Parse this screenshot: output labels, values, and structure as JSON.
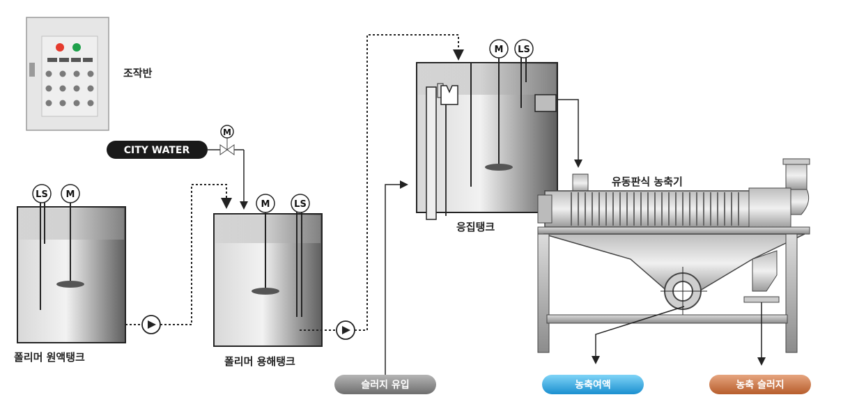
{
  "labels": {
    "control_panel": "조작반",
    "city_water": "CITY WATER",
    "tank1": "폴리머 원액탱크",
    "tank2": "폴리머 용해탱크",
    "tank3": "응집탱크",
    "thickener": "유동판식 농축기"
  },
  "instruments": {
    "level_switch": "LS",
    "motor": "M"
  },
  "pills": {
    "sludge_in": "슬러지 유입",
    "filtrate": "농축여액",
    "thick_sludge": "농축 슬러지"
  },
  "colors": {
    "sludge_in": "#8a8a8a",
    "filtrate": "#2aa7e0",
    "thick_sludge": "#c9733f"
  }
}
